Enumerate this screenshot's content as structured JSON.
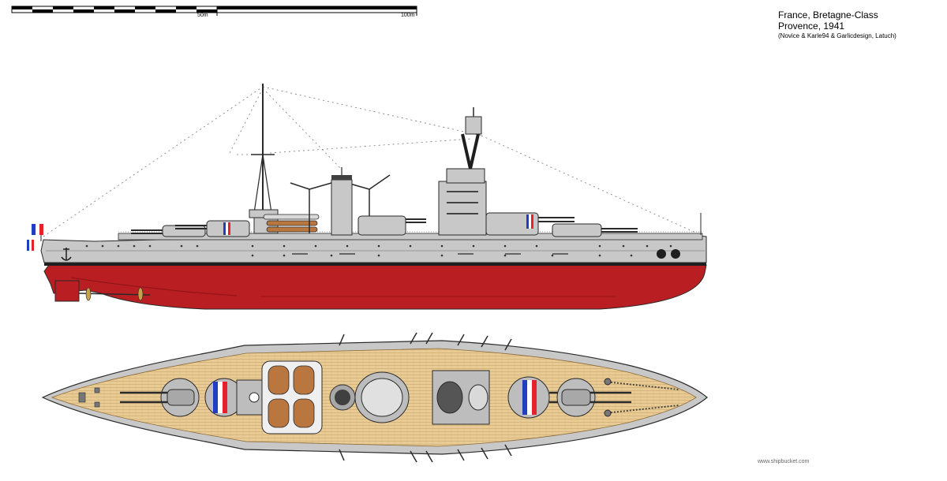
{
  "scale": {
    "labels": [
      "50m",
      "100m"
    ]
  },
  "title": {
    "line1": "France, Bretagne-Class",
    "line2": "Provence, 1941",
    "credits": "(Novice & Karle94 & Garlicdesign, Latuch)"
  },
  "watermark": "www.shipbucket.com",
  "colors": {
    "hull_red": "#b81e22",
    "hull_grey": "#c8c8c8",
    "deck_wood": "#e9cc95",
    "flag_blue": "#1f3fbf",
    "flag_red": "#e8202a",
    "outline": "#2a2a2a"
  }
}
